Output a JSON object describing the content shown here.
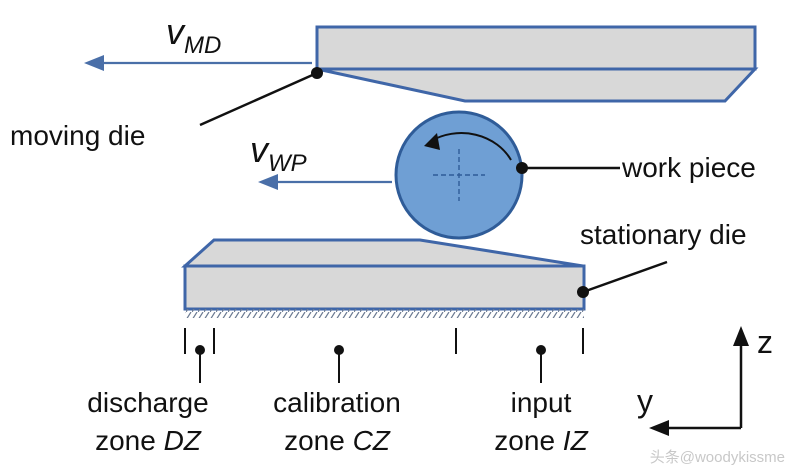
{
  "colors": {
    "die_fill": "#d8d8d8",
    "die_stroke": "#3f66a8",
    "work_piece_fill": "#6f9fd4",
    "work_piece_stroke": "#2f5c98",
    "arrow_blue": "#4a6fa8",
    "leader": "#111111"
  },
  "labels": {
    "v_md_symbol": "v",
    "v_md_subscript": "MD",
    "v_wp_symbol": "v",
    "v_wp_subscript": "WP",
    "moving_die": "moving die",
    "work_piece": "work piece",
    "stationary_die": "stationary die",
    "axis_z": "z",
    "axis_y": "y"
  },
  "zones": {
    "discharge": {
      "line1": "discharge",
      "line2_prefix": "zone ",
      "line2_abbr": "DZ"
    },
    "calibration": {
      "line1": "calibration",
      "line2_prefix": "zone ",
      "line2_abbr": "CZ"
    },
    "input": {
      "line1": "input",
      "line2_prefix": "zone ",
      "line2_abbr": "IZ"
    }
  },
  "watermark": "头条@woodykissme",
  "icons": {
    "rotation": "curved-rotation-arrow-icon",
    "center_mark": "crosshair-icon"
  }
}
